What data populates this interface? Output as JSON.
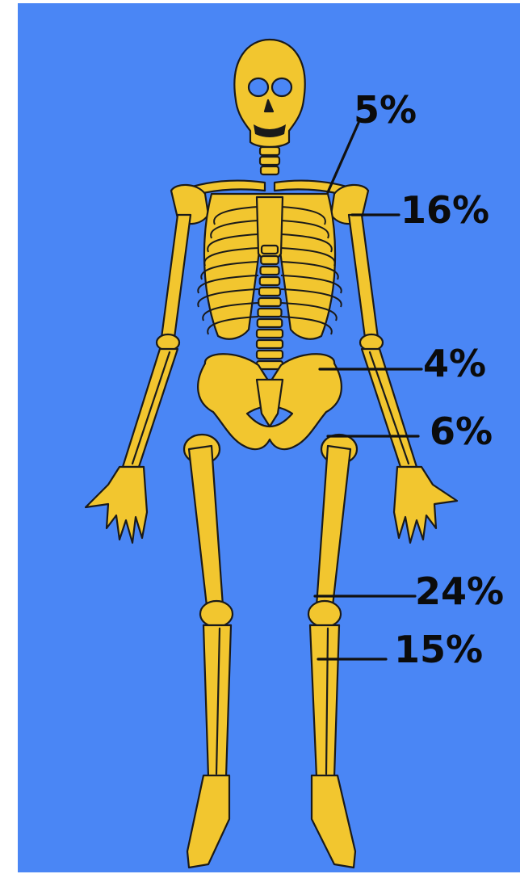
{
  "colors": {
    "background": "#4a86f5",
    "bone": "#f2c62f",
    "outline": "#1a1a1a",
    "label": "#0b0b0b"
  },
  "labels": [
    {
      "id": "collarbone",
      "text": "5%"
    },
    {
      "id": "upper-arm",
      "text": "16%"
    },
    {
      "id": "hip",
      "text": "4%"
    },
    {
      "id": "femur-neck",
      "text": "6%"
    },
    {
      "id": "thigh",
      "text": "24%"
    },
    {
      "id": "shin",
      "text": "15%"
    }
  ]
}
